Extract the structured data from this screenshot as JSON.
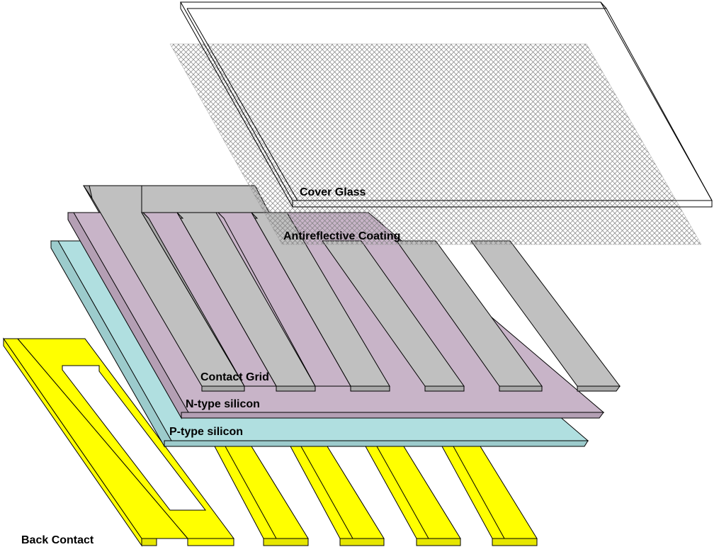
{
  "diagram": {
    "labels": {
      "cover_glass": "Cover Glass",
      "antireflective_coating": "Antireflective Coating",
      "contact_grid": "Contact Grid",
      "n_type_silicon": "N-type silicon",
      "p_type_silicon": "P-type silicon",
      "back_contact": "Back Contact"
    },
    "colors": {
      "back_contact_top": "#ffff00",
      "back_contact_side": "#e6e600",
      "p_type_top": "#b0dfe0",
      "p_type_side": "#9ccbcc",
      "n_type_top": "#c8b4c8",
      "n_type_side": "#b49fb4",
      "contact_grid_top": "#c0c0c0",
      "contact_grid_side": "#a9a9a9",
      "coating_hatch": "#808080",
      "outline": "#000000"
    }
  }
}
